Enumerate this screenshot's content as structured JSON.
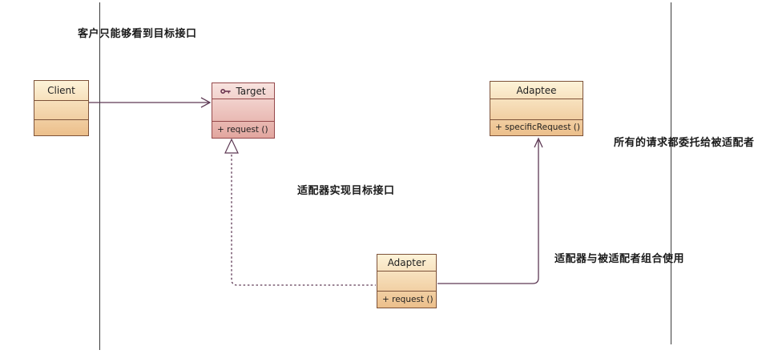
{
  "diagram": {
    "type": "uml-class-diagram",
    "pattern": "Adapter",
    "colors": {
      "background": "#ffffff",
      "lane_line": "#3c3c3c",
      "connector": "#5d3954",
      "tan_border": "#7d5239",
      "tan_fill_top": "#fdf3d8",
      "tan_fill_bottom": "#ecbf8b",
      "pink_border": "#95494b",
      "pink_fill_top": "#f8e3df",
      "pink_fill_bottom": "#e2a69f",
      "annotation_text": "#1a1a1a",
      "interface_icon": "#6b3550"
    },
    "classes": {
      "client": {
        "name": "Client"
      },
      "target": {
        "name": "Target",
        "icon": "key-interface-icon",
        "method": "+ request ()"
      },
      "adaptee": {
        "name": "Adaptee",
        "method": "+ specificRequest ()"
      },
      "adapter": {
        "name": "Adapter",
        "method": "+ request ()"
      }
    },
    "relationships": [
      {
        "from": "Client",
        "to": "Target",
        "type": "association-arrow"
      },
      {
        "from": "Adapter",
        "to": "Target",
        "type": "realization-dashed-triangle"
      },
      {
        "from": "Adapter",
        "to": "Adaptee",
        "type": "association-arrow"
      }
    ],
    "annotations": {
      "client_note": "客户只能够看到目标接口",
      "delegate_note": "所有的请求都委托给被适配者",
      "realize_note": "适配器实现目标接口",
      "compose_note": "适配器与被适配者组合使用"
    }
  }
}
